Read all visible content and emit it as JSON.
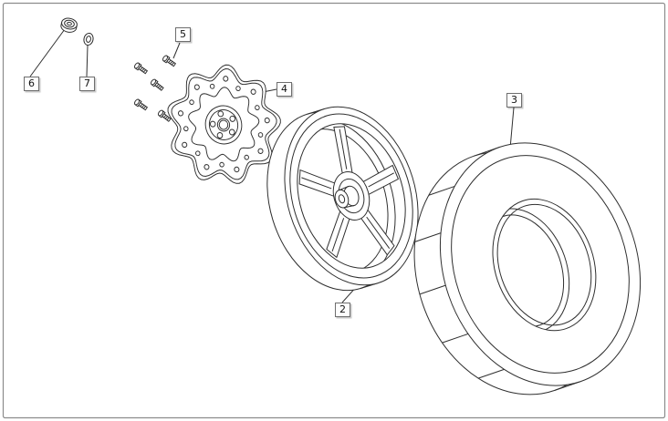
{
  "diagram": {
    "type": "exploded-parts-diagram",
    "subject": "scooter rear wheel assembly",
    "background": "#ffffff",
    "colors": {
      "line": "#2f2f2f",
      "frame_border": "#8c8c8c",
      "callout_border": "#6e6e6e",
      "callout_bg": "#fdfdfd"
    },
    "callouts": {
      "2": {
        "label": "2",
        "part": "wheel-rim"
      },
      "3": {
        "label": "3",
        "part": "tire"
      },
      "4": {
        "label": "4",
        "part": "brake-disc"
      },
      "5": {
        "label": "5",
        "part": "disc-mount-bolts"
      },
      "6": {
        "label": "6",
        "part": "axle-nut"
      },
      "7": {
        "label": "7",
        "part": "washer"
      }
    }
  }
}
